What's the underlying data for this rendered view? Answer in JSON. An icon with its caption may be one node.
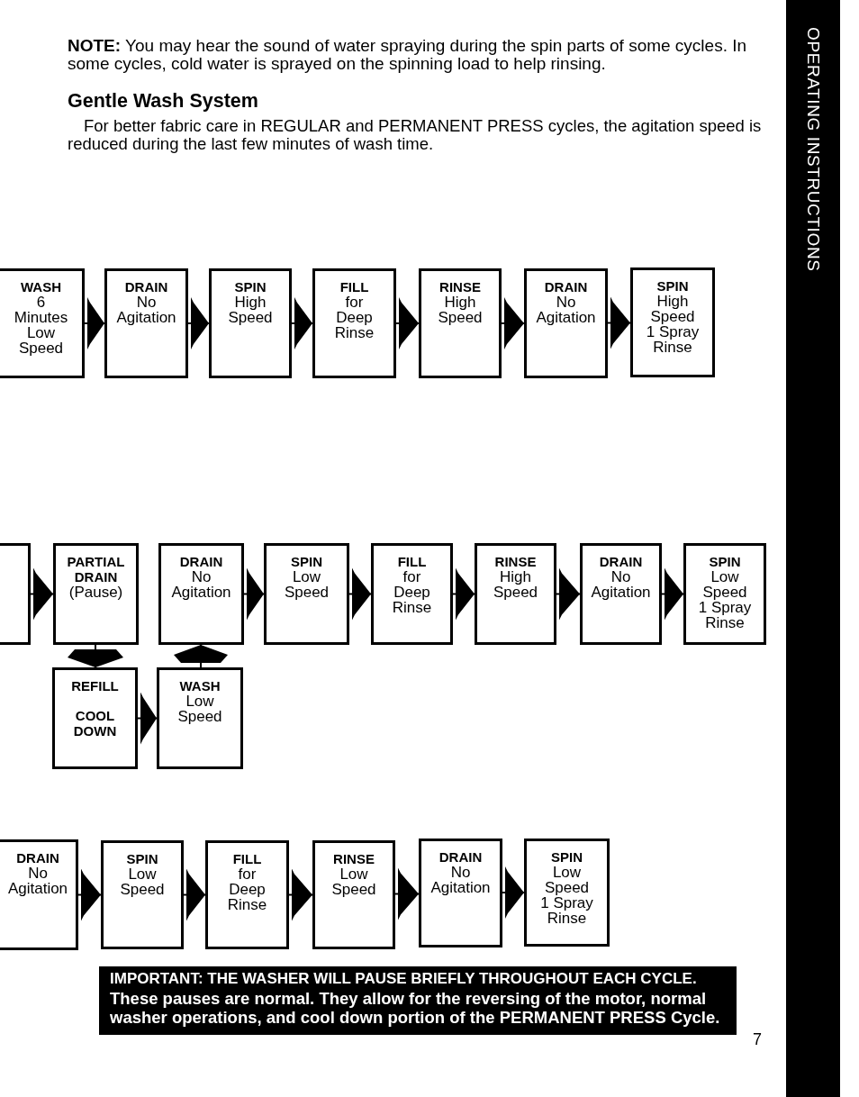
{
  "diagram": {
    "nodes": [
      {
        "text": [
          "WASH",
          "6 Minutes Low Speed"
        ]
      },
      {
        "text": [
          "DRAIN",
          "No Agitation"
        ]
      },
      {
        "text": [
          "SPIN",
          "High Speed"
        ]
      },
      {
        "text": [
          "FILL",
          "for Deep Rinse"
        ]
      },
      {
        "text": [
          "RINSE",
          "High Speed"
        ]
      },
      {
        "text": [
          "DRAIN",
          "No Agitation"
        ]
      },
      {
        "text": [
          "SPIN",
          "High Speed 1 Spray Rinse"
        ]
      },
      {
        "text": [],
        "shape": "box"
      },
      {
        "text": [
          "PARTIAL DRAIN",
          "(Pause)"
        ]
      },
      {
        "text": [
          "DRAIN",
          "No Agitation"
        ]
      },
      {
        "text": [
          "SPIN",
          "Low Speed"
        ]
      },
      {
        "text": [
          "FILL",
          "for Deep Rinse"
        ]
      },
      {
        "text": [
          "RINSE",
          "High Speed"
        ]
      },
      {
        "text": [
          "DRAIN",
          "No Agitation"
        ]
      },
      {
        "text": [
          "SPIN",
          "Low Speed 1 Spray Rinse"
        ]
      },
      {
        "text": [
          "REFILL",
          "COOL DOWN"
        ]
      },
      {
        "text": [
          "WASH",
          "Low Speed"
        ]
      },
      {
        "text": [
          "DRAIN",
          "No Agitation"
        ]
      },
      {
        "text": [
          "SPIN",
          "Low Speed"
        ]
      },
      {
        "text": [
          "FILL",
          "for Deep Rinse"
        ]
      },
      {
        "text": [
          "RINSE",
          "Low Speed"
        ]
      },
      {
        "text": [
          "DRAIN",
          "No Agitation"
        ]
      },
      {
        "text": [
          "SPIN",
          "Low Speed 1 Spray Rinse"
        ]
      },
      {
        "text": [
          "IMPORTANT: THE WASHER WILL PAUSE BRIEFLY THROUGHOUT EACH CYCLE.",
          "These pauses are normal. They allow for the reversing of the motor, normal washer operations, and cool down portion of the PERMANENT PRESS Cycle."
        ]
      },
      {
        "text": [
          "OPERATING INSTRUCTIONS"
        ]
      }
    ],
    "edges": [
      {
        "from": 0,
        "to": 1,
        "arrow": "to"
      },
      {
        "from": 1,
        "to": 2,
        "arrow": "to"
      },
      {
        "from": 2,
        "to": 3,
        "arrow": "to"
      },
      {
        "from": 3,
        "to": 4,
        "arrow": "to"
      },
      {
        "from": 4,
        "to": 5,
        "arrow": "to"
      },
      {
        "from": 5,
        "to": 6,
        "arrow": "to"
      },
      {
        "from": 7,
        "to": 8,
        "arrow": "to"
      },
      {
        "from": 8,
        "to": 15,
        "arrow": "to"
      },
      {
        "from": 15,
        "to": 16,
        "arrow": "to"
      },
      {
        "from": 16,
        "to": 9,
        "arrow": "to"
      },
      {
        "from": 9,
        "to": 10,
        "arrow": "to"
      },
      {
        "from": 10,
        "to": 11,
        "arrow": "to"
      },
      {
        "from": 11,
        "to": 12,
        "arrow": "to"
      },
      {
        "from": 12,
        "to": 13,
        "arrow": "to"
      },
      {
        "from": 13,
        "to": 14,
        "arrow": "to"
      },
      {
        "from": 17,
        "to": 18,
        "arrow": "to"
      },
      {
        "from": 18,
        "to": 19,
        "arrow": "to"
      },
      {
        "from": 19,
        "to": 20,
        "arrow": "to"
      },
      {
        "from": 20,
        "to": 21,
        "arrow": "to"
      },
      {
        "from": 21,
        "to": 22,
        "arrow": "to"
      }
    ],
    "labels": [
      "**NOTE:** You may hear the sound of water spraying during the spin parts of some cycles. In some cycles, cold water is sprayed on the spinning load to help rinsing.",
      "Gentle Wash System",
      "For better fabric care in REGULAR and PERMANENT PRESS cycles, the agitation speed is reduced during the last few minutes of wash time.",
      "7"
    ]
  }
}
